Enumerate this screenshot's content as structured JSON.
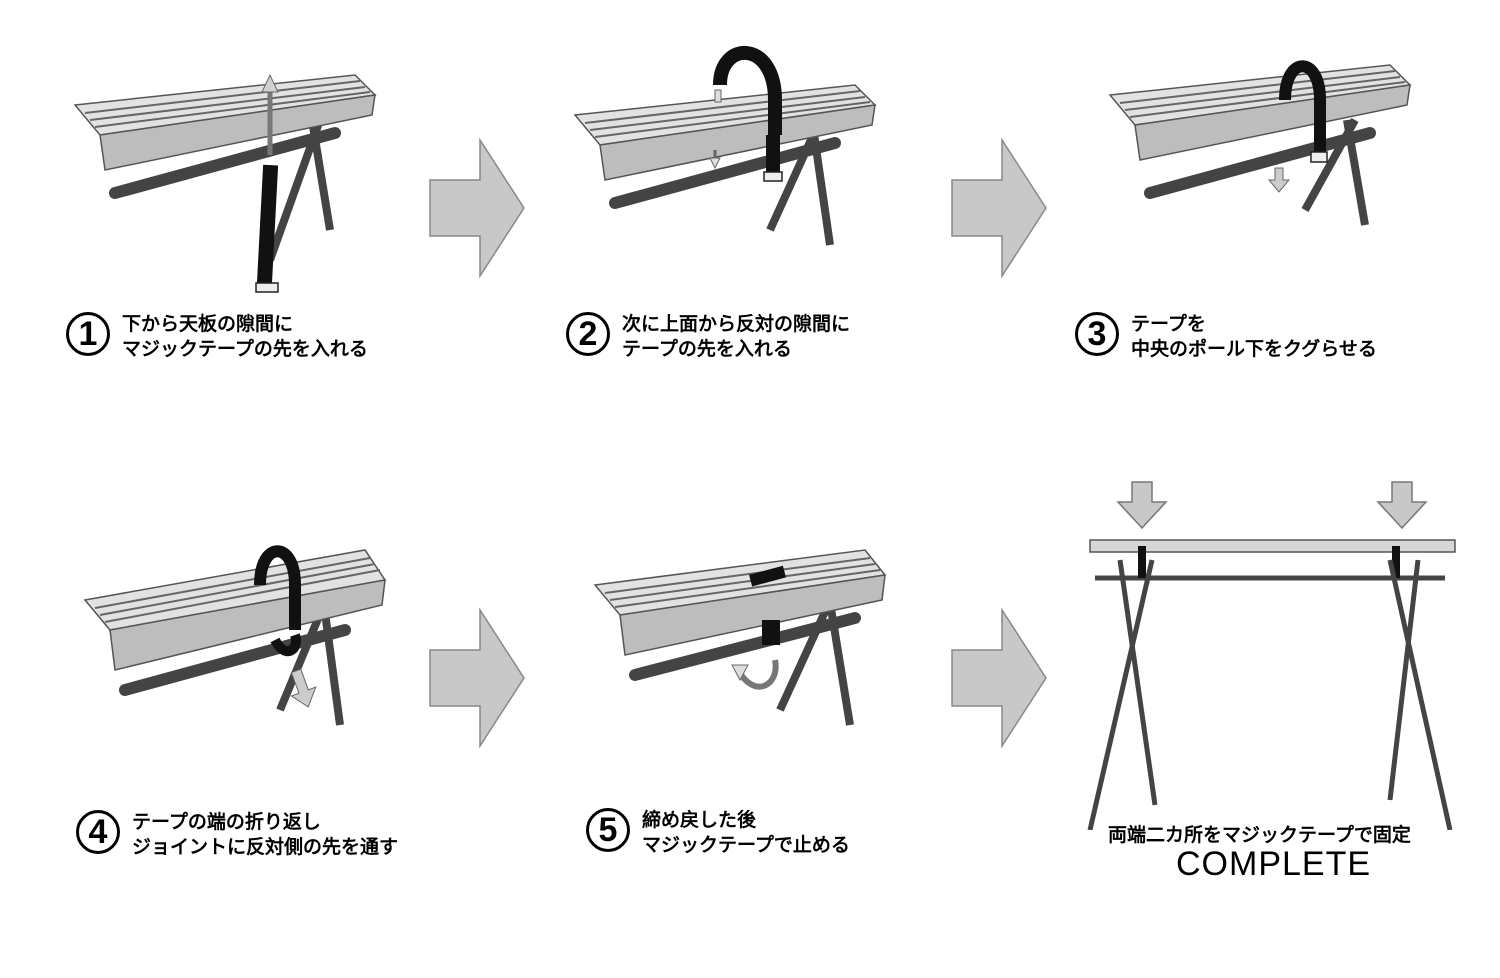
{
  "steps": [
    {
      "num": "1",
      "line1": "下から天板の隙間に",
      "line2": "マジックテープの先を入れる"
    },
    {
      "num": "2",
      "line1": "次に上面から反対の隙間に",
      "line2": "テープの先を入れる"
    },
    {
      "num": "3",
      "line1": "テープを",
      "line2": "中央のポール下をクグらせる"
    },
    {
      "num": "4",
      "line1": "テープの端の折り返し",
      "line2": "ジョイントに反対側の先を通す"
    },
    {
      "num": "5",
      "line1": "締め戻した後",
      "line2": "マジックテープで止める"
    }
  ],
  "complete": {
    "caption": "両端二カ所をマジックテープで固定",
    "word": "COMPLETE"
  },
  "colors": {
    "board": "#d9d9d9",
    "pole": "#444444",
    "strap": "#111111",
    "arrow_fill": "#c8c8c8"
  }
}
